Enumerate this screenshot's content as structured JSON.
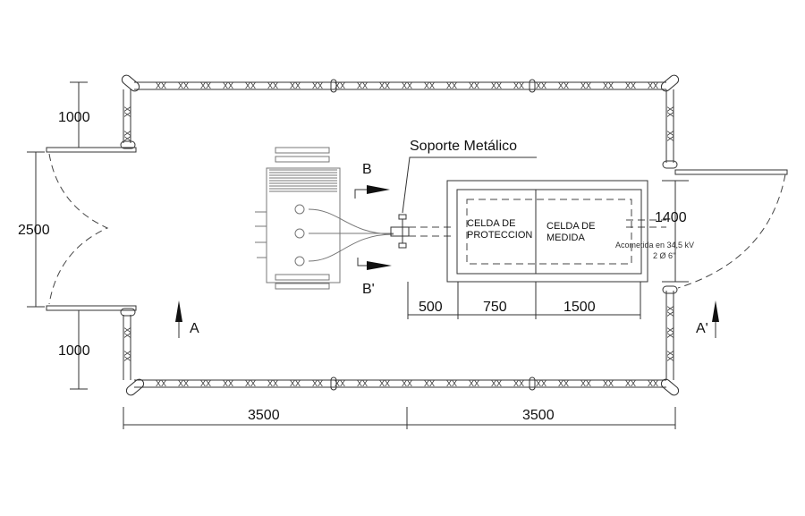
{
  "labels": {
    "soporte": "Soporte Metálico",
    "section_b": "B",
    "section_b_prime": "B'",
    "section_a": "A",
    "section_a_prime": "A'",
    "celda_proteccion_1": "CELDA DE",
    "celda_proteccion_2": "PROTECCION",
    "celda_medida_1": "CELDA DE",
    "celda_medida_2": "MEDIDA",
    "acometida_1": "Acometida en 34,5 kV",
    "acometida_2": "2 Ø 6\""
  },
  "dimensions": {
    "left_top": "1000",
    "left_gate": "2500",
    "left_bottom": "1000",
    "right_height": "1400",
    "d500": "500",
    "d750": "750",
    "d1500": "1500",
    "bottom_left": "3500",
    "bottom_right": "3500"
  },
  "fence_mark": "XX"
}
